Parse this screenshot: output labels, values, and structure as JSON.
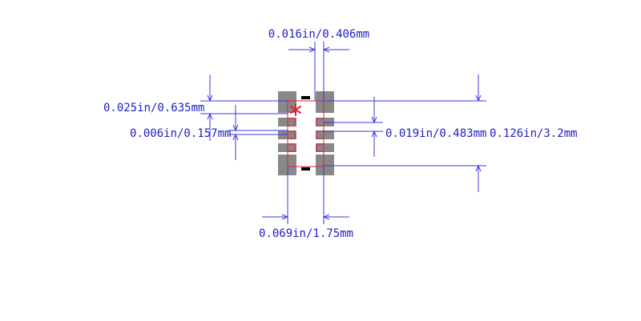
{
  "colors": {
    "dimension": "#3a3ae0",
    "pad": "#888888",
    "outline": "#e0203a",
    "marker": "#000000",
    "pin1": "#e0203a"
  },
  "icons": {
    "pin1": "asterisk-icon"
  },
  "labels": {
    "top_pitch": "0.016in/0.406mm",
    "left_pad_height": "0.025in/0.635mm",
    "left_gap": "0.006in/0.157mm",
    "right_pad_height": "0.019in/0.483mm",
    "right_total": "0.126in/3.2mm",
    "bottom_span": "0.069in/1.75mm"
  }
}
